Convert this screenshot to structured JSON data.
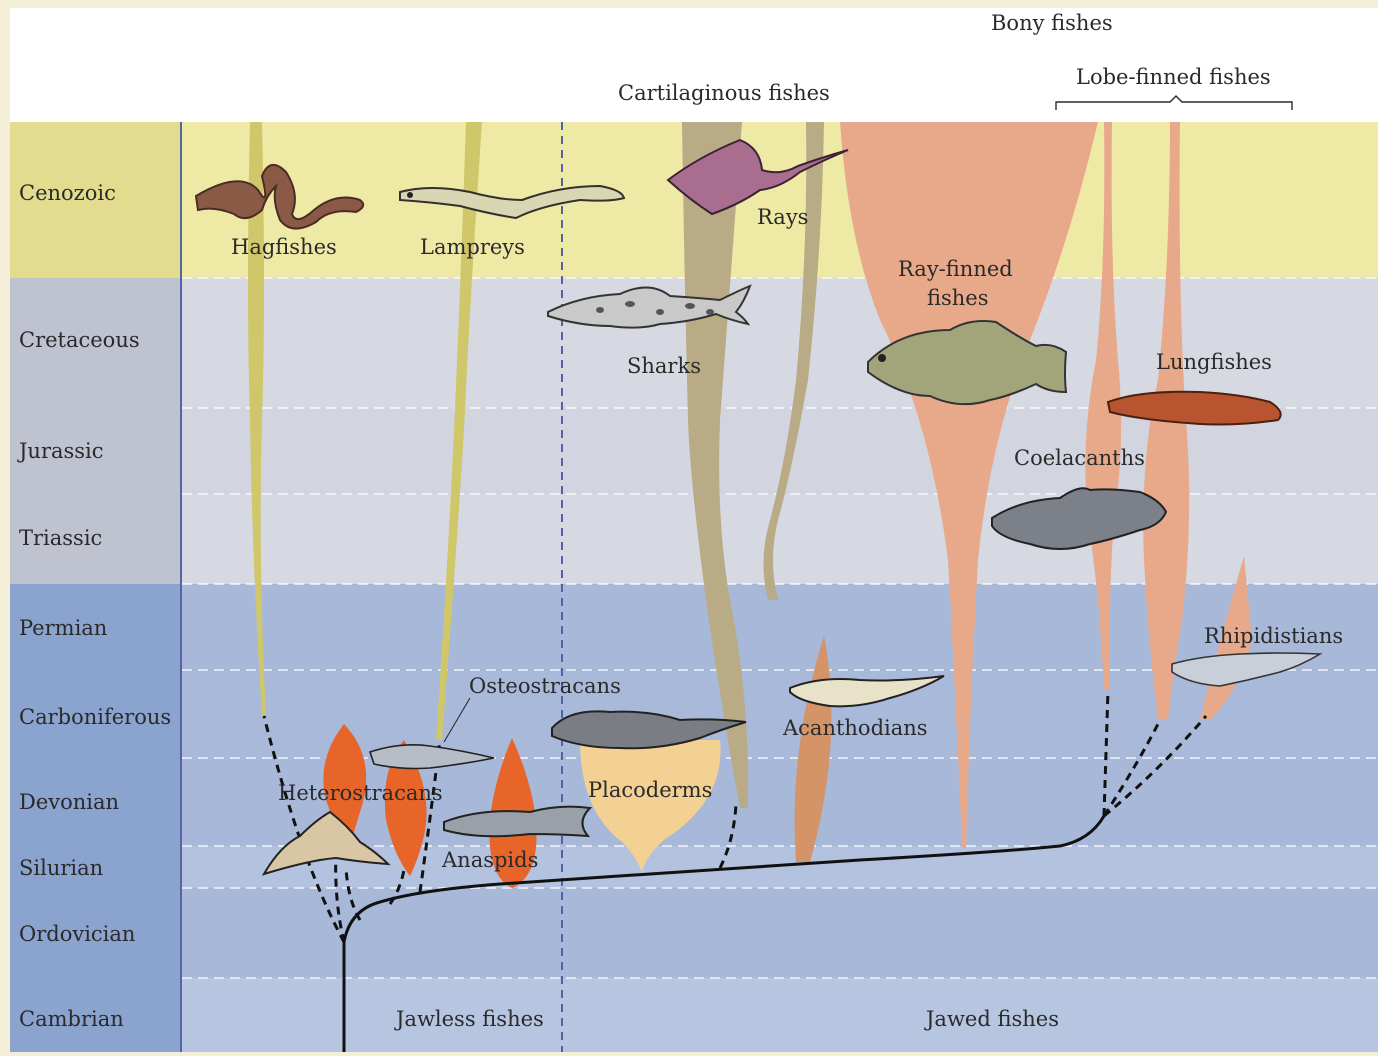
{
  "periods": [
    {
      "name": "Cenozoic",
      "color": "#e3dc8e",
      "band": "#efe9a6"
    },
    {
      "name": "Cretaceous",
      "color": "#bfc2cf",
      "band": "#d7d9e2"
    },
    {
      "name": "Jurassic",
      "color": "#bfc2cf",
      "band": "#d2d5df"
    },
    {
      "name": "Triassic",
      "color": "#bfc2cf",
      "band": "#d7d9e2"
    },
    {
      "name": "Permian",
      "color": "#8aa3cf",
      "band": "#a7b8d9"
    },
    {
      "name": "Carboniferous",
      "color": "#8aa3cf",
      "band": "#a8b9da"
    },
    {
      "name": "Devonian",
      "color": "#8aa3cf",
      "band": "#a7b8d9"
    },
    {
      "name": "Silurian",
      "color": "#8aa3cf",
      "band": "#b3c2df"
    },
    {
      "name": "Ordovician",
      "color": "#8aa3cf",
      "band": "#a7b8d9"
    },
    {
      "name": "Cambrian",
      "color": "#8aa3cf",
      "band": "#b6c5e0"
    }
  ],
  "headers": {
    "bony": "Bony fishes",
    "lobe": "Lobe-finned fishes",
    "cartilaginous": "Cartilaginous fishes"
  },
  "groups": {
    "hagfishes": "Hagfishes",
    "lampreys": "Lampreys",
    "rays": "Rays",
    "sharks": "Sharks",
    "rayfinned1": "Ray-finned",
    "rayfinned2": "fishes",
    "lungfishes": "Lungfishes",
    "coelacanths": "Coelacanths",
    "rhipidistians": "Rhipidistians",
    "osteostracans": "Osteostracans",
    "acanthodians": "Acanthodians",
    "heterostracans": "Heterostracans",
    "placoderms": "Placoderms",
    "anaspids": "Anaspids"
  },
  "footer": {
    "jawless": "Jawless fishes",
    "jawed": "Jawed fishes"
  },
  "colors": {
    "jawless_lineage": "#cfc76a",
    "cartilaginous_lineage": "#b8ab85",
    "bony_lineage": "#e8a98a",
    "extinct_jawless": "#e8652a",
    "placoderm": "#f2d192",
    "acanthodian": "#d49468",
    "divider": "#5560a8"
  }
}
